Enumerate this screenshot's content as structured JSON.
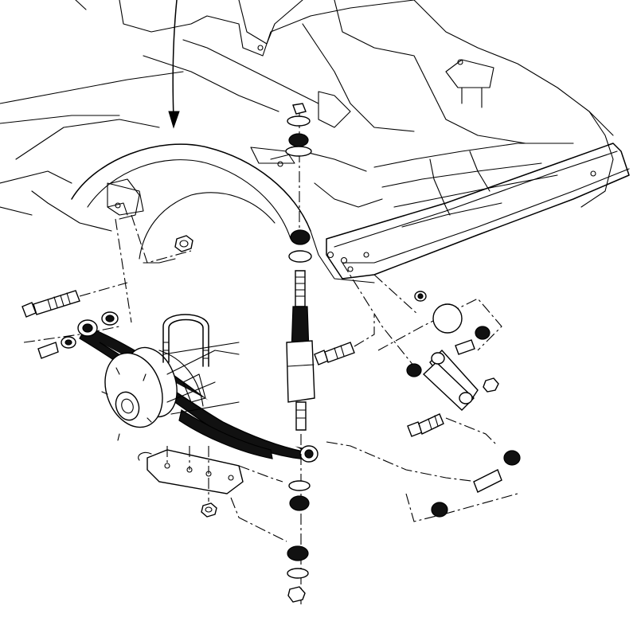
{
  "diagram": {
    "ink_color": "#000000",
    "paper_color": "#ffffff",
    "parts": [
      "vehicle-body",
      "rear-bumper",
      "wheel-hub",
      "leaf-spring",
      "u-bolt",
      "axle-mounting-plate",
      "shock-absorber",
      "front-spring-hanger",
      "rear-spring-shackle",
      "hex-bolts",
      "hex-nuts",
      "bushings",
      "washers"
    ]
  }
}
